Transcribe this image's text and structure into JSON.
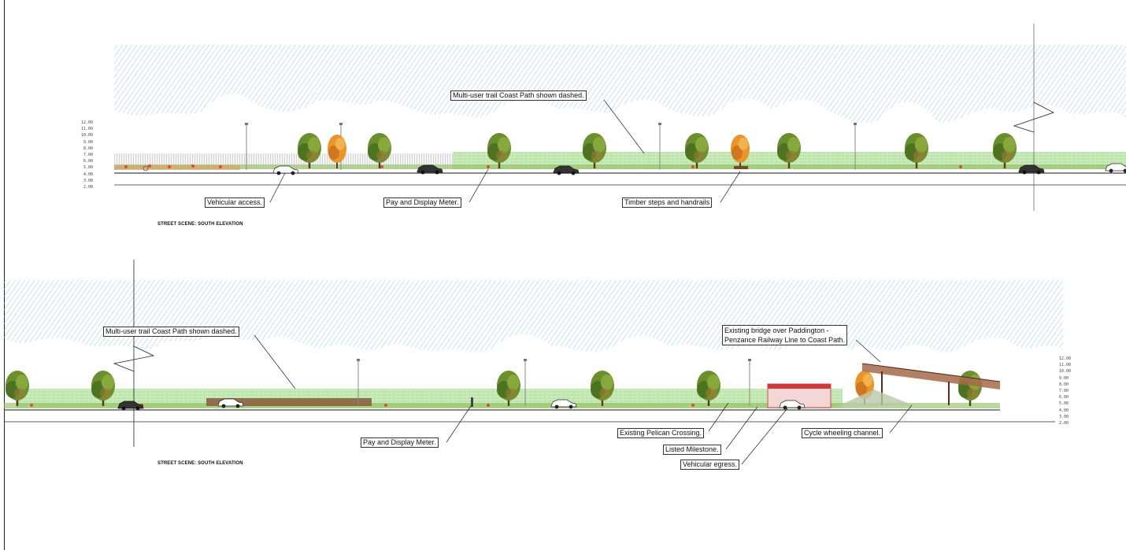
{
  "drawing": {
    "elevation_1": {
      "title": "STREET SCENE: SOUTH ELEVATION",
      "scale_labels": [
        "12.00",
        "11.00",
        "10.00",
        "9.00",
        "8.00",
        "7.00",
        "6.00",
        "5.00",
        "4.00",
        "3.00",
        "2.00"
      ],
      "annotations": {
        "coast_path": "Multi-user trail Coast Path shown dashed.",
        "vehicular_access": "Vehicular access.",
        "pay_display": "Pay and Display Meter.",
        "timber_steps": "Timber steps and handrails"
      }
    },
    "elevation_2": {
      "title": "STREET SCENE: SOUTH ELEVATION",
      "scale_labels": [
        "12.00",
        "11.00",
        "10.00",
        "9.00",
        "8.00",
        "7.00",
        "6.00",
        "5.00",
        "4.00",
        "3.00",
        "2.00"
      ],
      "annotations": {
        "coast_path": "Multi-user trail Coast Path shown dashed.",
        "bridge_line1": "Existing bridge over Paddington -",
        "bridge_line2": "Penzance Railway Line to Coast Path.",
        "pay_display": "Pay and Display Meter.",
        "pelican": "Existing Pelican Crossing.",
        "milestone": "Listed Milestone.",
        "egress": "Vehicular egress.",
        "cycle_channel": "Cycle wheeling channel."
      }
    },
    "colors": {
      "sky_hatch": "#9ecbe8",
      "hedge": "#b9e3a8",
      "tree": "#5f8a2a",
      "autumn_tree": "#e8962a",
      "bridge": "#a46a4a",
      "building": "#cc3a3a"
    }
  }
}
